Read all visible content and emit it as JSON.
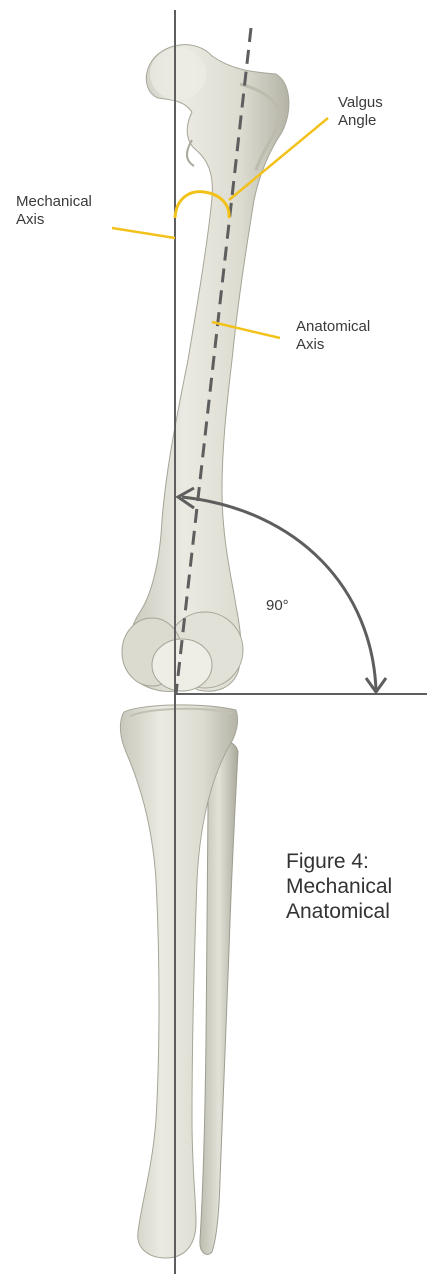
{
  "labels": {
    "valgus_line1": "Valgus",
    "valgus_line2": "Angle",
    "mechanical_line1": "Mechanical",
    "mechanical_line2": "Axis",
    "anatomical_line1": "Anatomical",
    "anatomical_line2": "Axis",
    "angle_value": "90°"
  },
  "caption": {
    "line1": "Figure 4:",
    "line2": "Mechanical",
    "line3": "Anatomical"
  },
  "colors": {
    "bone": "#e4e3d9",
    "bone_shadow": "#b9b8ab",
    "axis_line": "#5e5e5e",
    "leader": "#f2c21b",
    "text": "#3a3a3a"
  },
  "icons": {
    "femur": "femur-bone-illustration",
    "tibia": "tibia-bone-illustration",
    "fibula": "fibula-bone-illustration"
  }
}
